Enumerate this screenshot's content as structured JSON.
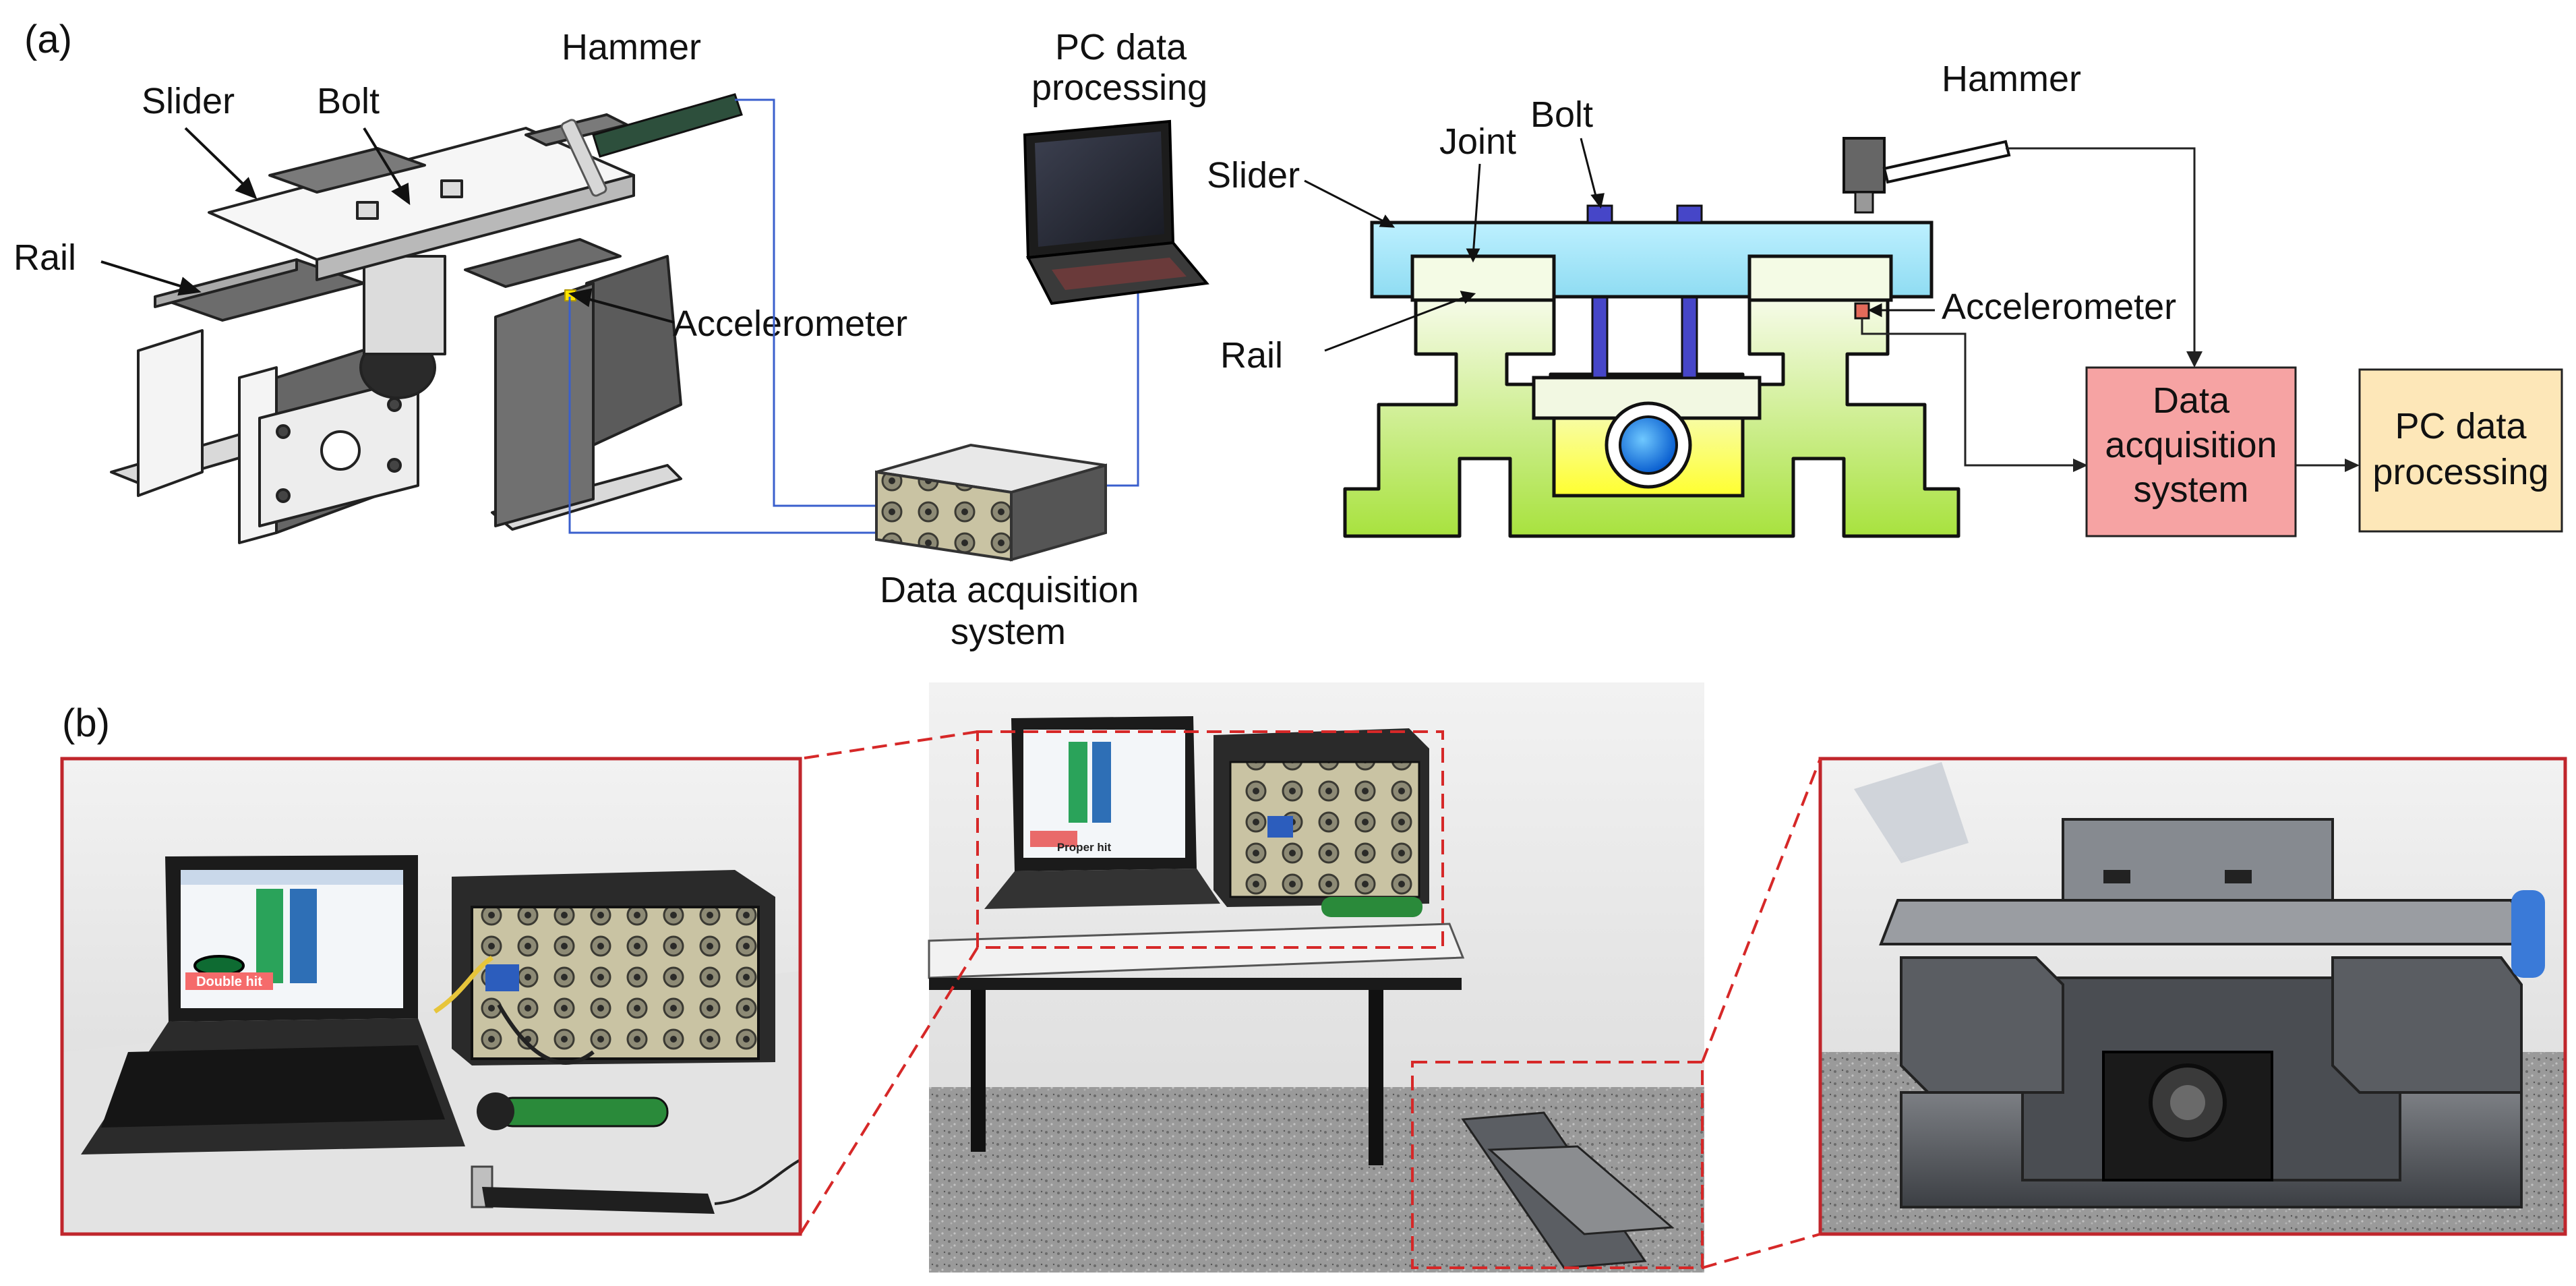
{
  "panel_a": {
    "tag": "(a)",
    "iso_labels": {
      "hammer": "Hammer",
      "slider": "Slider",
      "bolt": "Bolt",
      "rail": "Rail",
      "accelerometer": "Accelerometer",
      "pc_line1": "PC data",
      "pc_line2": "processing",
      "daq_line1": "Data acquisition",
      "daq_line2": "system"
    },
    "schematic_labels": {
      "hammer": "Hammer",
      "bolt": "Bolt",
      "joint": "Joint",
      "slider": "Slider",
      "rail": "Rail",
      "accelerometer": "Accelerometer"
    },
    "flow_boxes": {
      "daq_line1": "Data",
      "daq_line2": "acquisition",
      "daq_line3": "system",
      "pc_line1": "PC data",
      "pc_line2": "processing"
    }
  },
  "panel_b": {
    "tag": "(b)",
    "screen_left": "Double hit",
    "screen_mid": "Proper hit"
  },
  "colors": {
    "wire": "#3a5fcd",
    "zoom": "#d62828",
    "slider_top": "#bdf0ff",
    "slider_bottom": "#7fd6f0",
    "rail_top": "#f6fbe8",
    "rail_bottom": "#b4e84a",
    "daq_box": "#f6a3a3",
    "pc_box": "#fde7b8",
    "bolt": "#4646c8"
  }
}
